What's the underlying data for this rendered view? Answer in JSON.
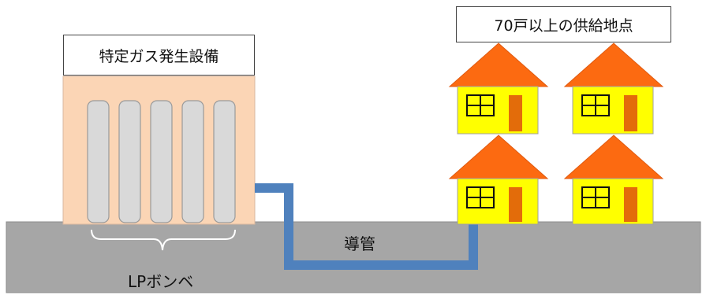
{
  "facility": {
    "label": "特定ガス発生設備"
  },
  "supply": {
    "label": "70戸以上の供給地点"
  },
  "pipe": {
    "label": "導管"
  },
  "cylinders": {
    "label": "LPボンベ",
    "count": 5
  },
  "houses": {
    "count": 4
  },
  "colors": {
    "ground": "#a6a6a6",
    "facility_fill": "#fbd5b5",
    "cylinder_fill": "#d9d9d9",
    "pipe": "#4f81bd",
    "roof": "#fc6a11",
    "wall": "#ffff00",
    "door": "#e36c0a"
  }
}
